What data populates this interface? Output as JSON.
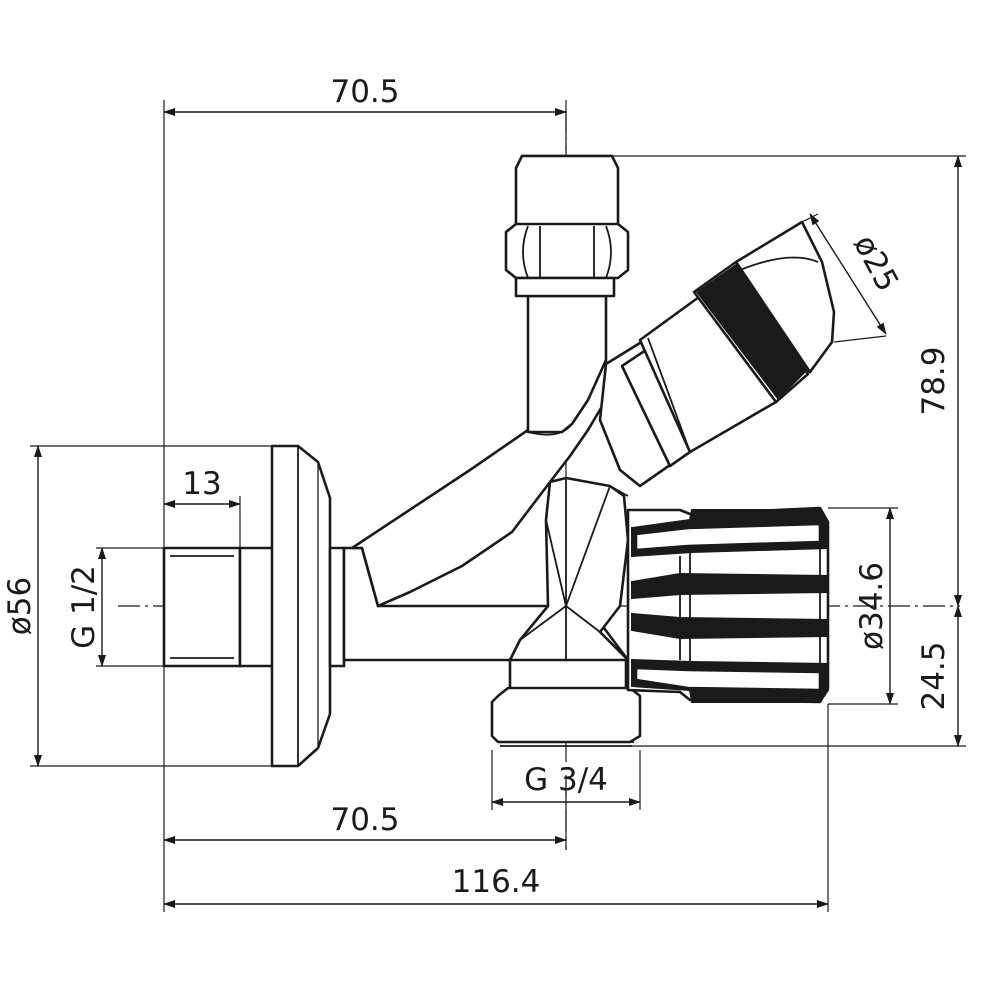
{
  "dimensions": {
    "top_width": "70.5",
    "overall_height": "78.9",
    "outlet_diameter": "ø25",
    "flange_diameter": "ø56",
    "thread_length": "13",
    "inlet_thread": "G 1/2",
    "handle_diameter": "ø34.6",
    "lower_height": "24.5",
    "bottom_thread": "G 3/4",
    "bottom_width": "70.5",
    "overall_width": "116.4"
  },
  "colors": {
    "line": "#1a1a1a",
    "background": "#ffffff"
  }
}
